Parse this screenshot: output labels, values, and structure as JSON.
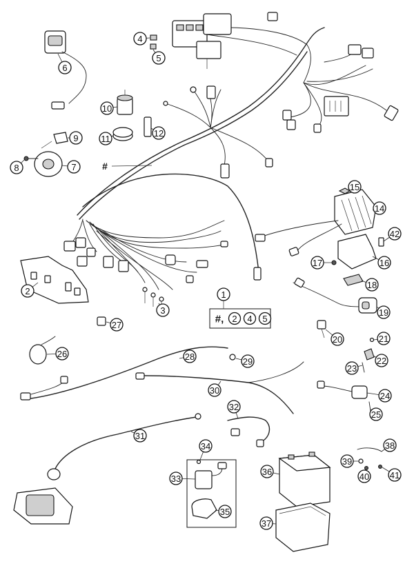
{
  "diagram": {
    "callouts": [
      "1",
      "2",
      "3",
      "4",
      "5",
      "6",
      "7",
      "8",
      "9",
      "10",
      "11",
      "12",
      "14",
      "15",
      "16",
      "17",
      "18",
      "19",
      "20",
      "21",
      "22",
      "23",
      "24",
      "25",
      "26",
      "27",
      "28",
      "29",
      "30",
      "31",
      "32",
      "33",
      "34",
      "35",
      "36",
      "37",
      "38",
      "39",
      "40",
      "41",
      "42"
    ],
    "hash_marker": "#",
    "kit_box": {
      "hash": "#,",
      "items": [
        "2",
        "4",
        "5"
      ]
    }
  }
}
